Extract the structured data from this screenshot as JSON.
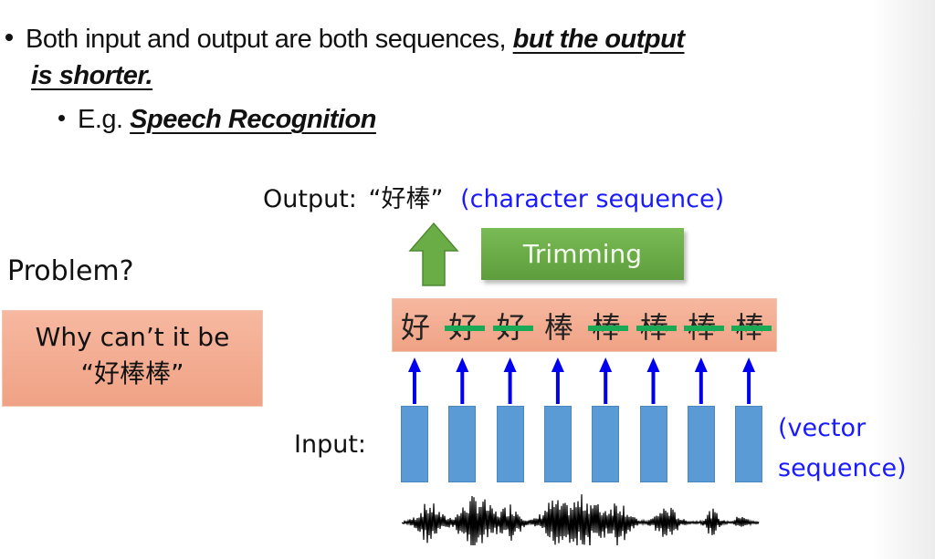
{
  "slide": {
    "bullet1": {
      "text": "Both input and output are both sequences, ",
      "emphasis_line1": "but the output",
      "emphasis_line2": "is shorter."
    },
    "bullet2": {
      "prefix": "E.g. ",
      "emphasis": "Speech Recognition"
    },
    "output_label": "Output:",
    "output_value": "“好棒”",
    "output_note": "(character sequence)",
    "trimming_label": "Trimming",
    "problem_label": "Problem?",
    "question_line1": "Why can’t it be",
    "question_line2": "“好棒棒”",
    "input_label": "Input:",
    "input_note_line1": "(vector",
    "input_note_line2": "sequence)",
    "frame_outputs": [
      {
        "char": "好",
        "struck": false
      },
      {
        "char": "好",
        "struck": true
      },
      {
        "char": "好",
        "struck": true
      },
      {
        "char": "棒",
        "struck": false
      },
      {
        "char": "棒",
        "struck": true
      },
      {
        "char": "棒",
        "struck": true
      },
      {
        "char": "棒",
        "struck": true
      },
      {
        "char": "棒",
        "struck": true
      }
    ],
    "colors": {
      "note_blue": "#1a1aff",
      "arrow_blue": "#0000ee",
      "strike_green": "#1aaa55",
      "trim_green": "#6aad47",
      "box_orange": "#f4ad93",
      "vector_blue": "#5b9bd5"
    }
  }
}
